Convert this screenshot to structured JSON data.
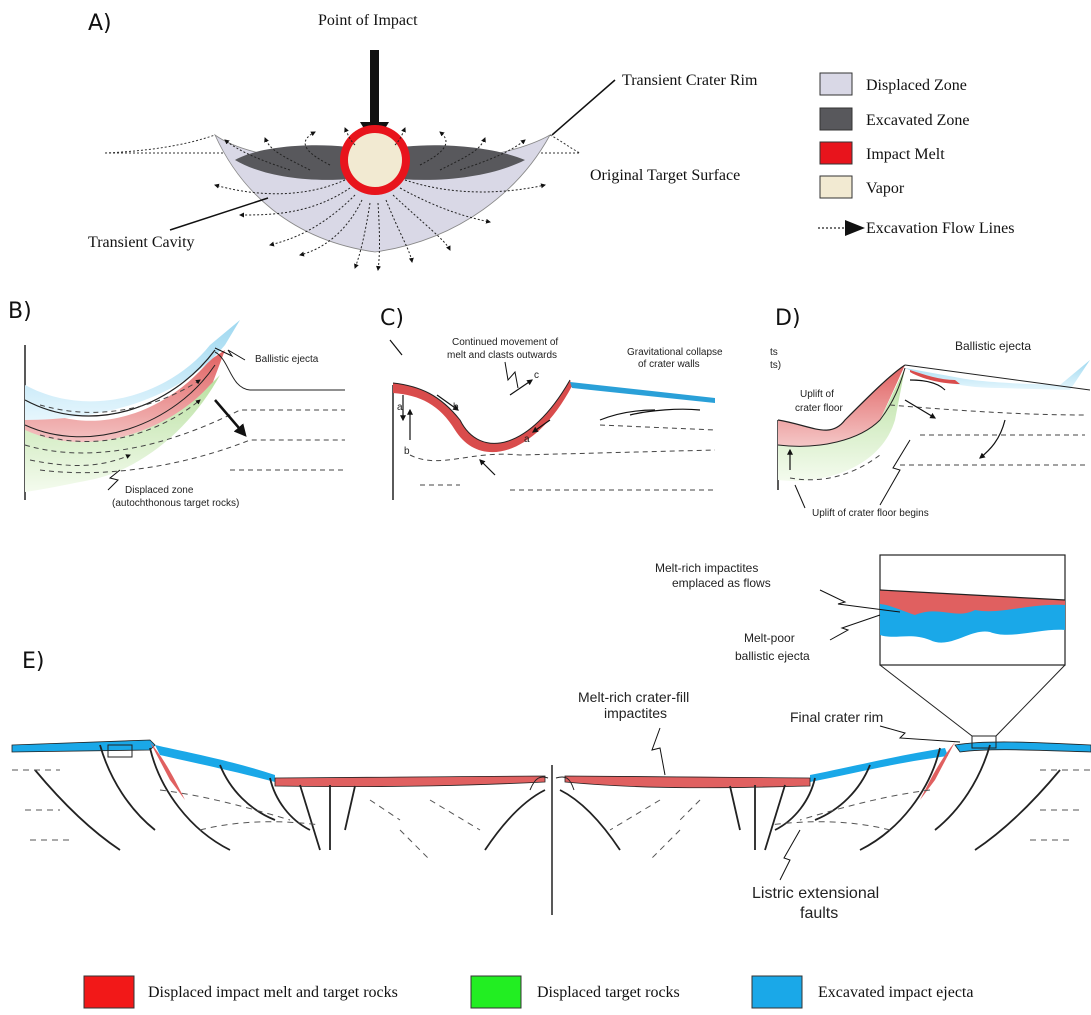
{
  "panelA": {
    "letter": "A)",
    "point_of_impact": "Point of Impact",
    "transient_crater_rim": "Transient Crater Rim",
    "original_target_surface": "Original Target Surface",
    "transient_cavity": "Transient Cavity",
    "legend": [
      {
        "label": "Displaced Zone",
        "color": "#d9d8e6"
      },
      {
        "label": "Excavated Zone",
        "color": "#58585c"
      },
      {
        "label": "Impact Melt",
        "color": "#e8141c"
      },
      {
        "label": "Vapor",
        "color": "#f2ead2"
      }
    ],
    "flow_lines_label": "Excavation Flow Lines"
  },
  "panelB": {
    "letter": "B)",
    "ballistic_ejecta": "Ballistic ejecta",
    "displaced_zone_line1": "Displaced zone",
    "displaced_zone_line2": "(autochthonous target rocks)"
  },
  "panelC": {
    "letter": "C)",
    "continued_line1": "Continued movement of",
    "continued_line2": "melt and clasts outwards",
    "collapse_line1": "Gravitational collapse",
    "collapse_line2": "of crater walls",
    "mark_a": "a",
    "mark_b": "b",
    "mark_c": "c"
  },
  "panelD": {
    "letter": "D)",
    "fragment1": "ts",
    "fragment2": "ts)",
    "ballistic_ejecta": "Ballistic ejecta",
    "uplift_line1": "Uplift of",
    "uplift_line2": "crater floor",
    "uplift_begins": "Uplift of crater floor begins"
  },
  "panelE": {
    "letter": "E)",
    "melt_rich_line1": "Melt-rich impactites",
    "melt_rich_line2": "emplaced as flows",
    "melt_poor_line1": "Melt-poor",
    "melt_poor_line2": "ballistic ejecta",
    "crater_fill_line1": "Melt-rich crater-fill",
    "crater_fill_line2": "impactites",
    "final_rim": "Final crater rim",
    "listric_line1": "Listric extensional",
    "listric_line2": "faults"
  },
  "bottom_legend": [
    {
      "label": "Displaced impact melt and target rocks",
      "color": "#f21818"
    },
    {
      "label": "Displaced target rocks",
      "color": "#22ee22"
    },
    {
      "label": "Excavated impact ejecta",
      "color": "#1aa8e8"
    }
  ]
}
